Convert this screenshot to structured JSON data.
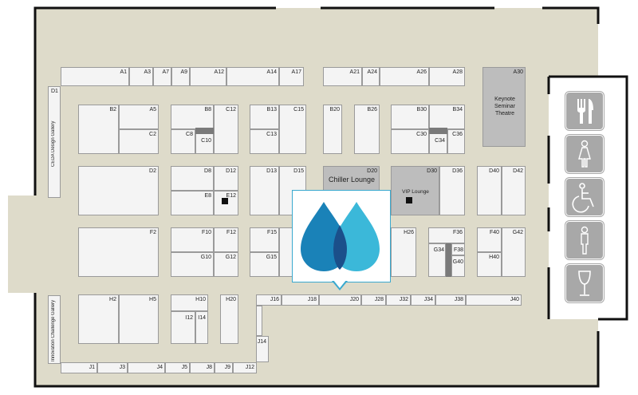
{
  "map": {
    "booths": {
      "A1": "A1",
      "A3": "A3",
      "A7": "A7",
      "A9": "A9",
      "A12": "A12",
      "A14": "A14",
      "A17": "A17",
      "A21": "A21",
      "A24": "A24",
      "A26": "A26",
      "A28": "A28",
      "A30": "A30",
      "B2": "B2",
      "A5": "A5",
      "C2": "C2",
      "B8": "B8",
      "C12": "C12",
      "C8": "C8",
      "C10": "C10",
      "B13": "B13",
      "C15": "C15",
      "C13": "C13",
      "B20": "B20",
      "B26": "B26",
      "B30": "B30",
      "B34": "B34",
      "C30": "C30",
      "C34": "C34",
      "C36": "C36",
      "D1": "D1",
      "D2": "D2",
      "D8": "D8",
      "D12": "D12",
      "E8": "E8",
      "E12": "E12",
      "D13": "D13",
      "D15": "D15",
      "D20": "D20",
      "D30": "D30",
      "D36": "D36",
      "D40": "D40",
      "D42": "D42",
      "F2": "F2",
      "F10": "F10",
      "F12": "F12",
      "G10": "G10",
      "G12": "G12",
      "F15": "F15",
      "G15": "G15",
      "H26": "H26",
      "F36": "F36",
      "G34": "G34",
      "F38": "F38",
      "G40": "G40",
      "F40": "F40",
      "G42": "G42",
      "H40": "H40",
      "H2": "H2",
      "H5": "H5",
      "H10": "H10",
      "I12": "I12",
      "I14": "I14",
      "H20": "H20",
      "J16": "J16",
      "J18": "J18",
      "J20": "J20",
      "J28": "J28",
      "J32": "J32",
      "J34": "J34",
      "J38": "J38",
      "J40": "J40",
      "J1": "J1",
      "J3": "J3",
      "J4": "J4",
      "J5": "J5",
      "J8": "J8",
      "J9": "J9",
      "J12": "J12",
      "J14": "J14"
    },
    "features": {
      "keynote": "Keynote Seminar Theatre",
      "chiller_lounge": "Chiller Lounge",
      "vip_lounge": "VIP Lounge",
      "ceda_gallery": "CEDA Design Gallery",
      "innovation_gallery": "Innovation Challenge Gallery"
    },
    "amenities": [
      "restaurant-icon",
      "women-restroom-icon",
      "accessible-restroom-icon",
      "men-restroom-icon",
      "bar-icon"
    ],
    "colors": {
      "floor": "#dedbca",
      "booth": "#f4f4f4",
      "feature_grey": "#bdbdbd",
      "popup_border": "#3aa9cf",
      "drop_dark": "#1a82b8",
      "drop_light": "#3bb8d9",
      "drop_overlap": "#1b4f8a"
    }
  }
}
